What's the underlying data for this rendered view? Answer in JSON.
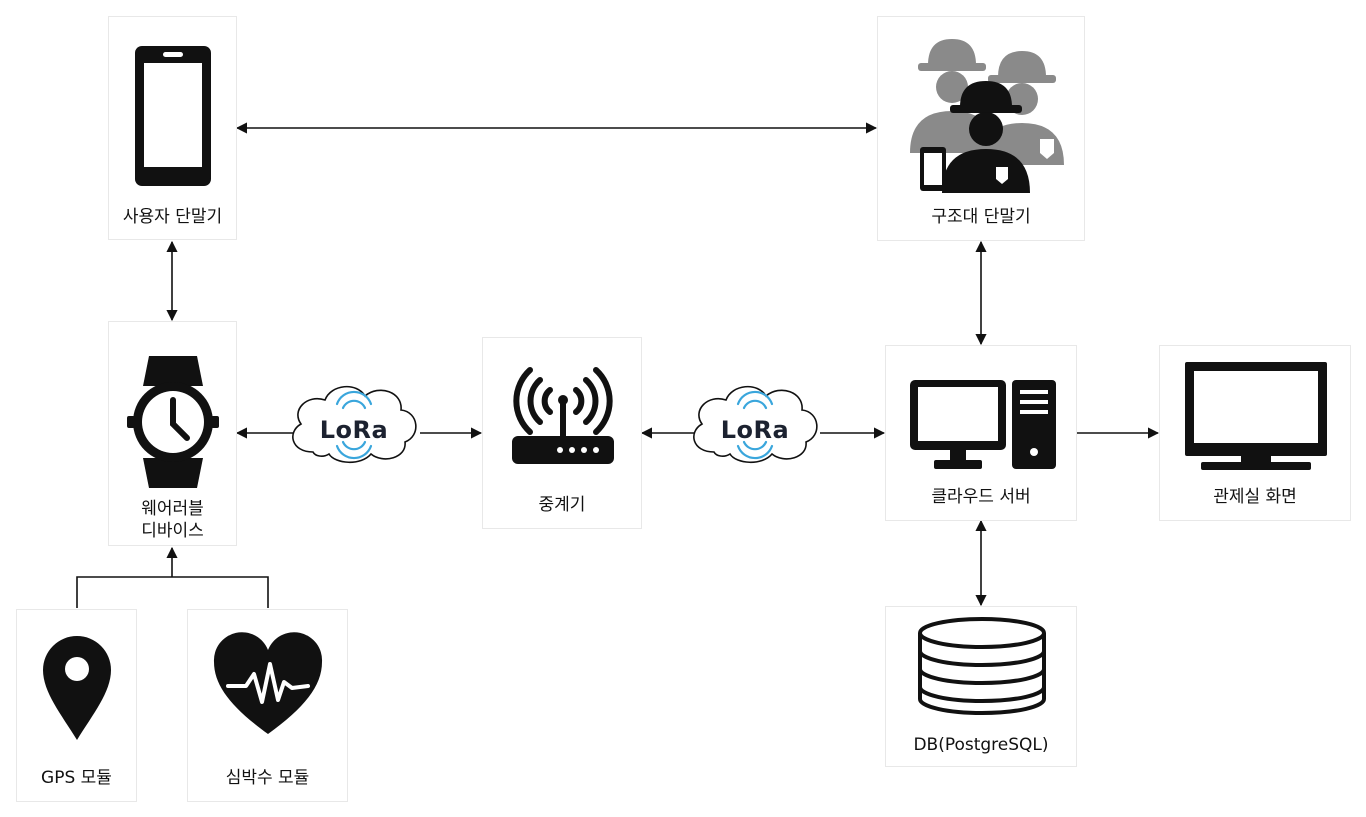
{
  "nodes": {
    "user_terminal": {
      "label": "사용자 단말기",
      "icon": "smartphone-icon"
    },
    "rescue_terminal": {
      "label": "구조대 단말기",
      "icon": "rescue-team-icon"
    },
    "wearable": {
      "label": "웨어러블\n디바이스",
      "icon": "smartwatch-icon"
    },
    "relay": {
      "label": "중계기",
      "icon": "router-icon"
    },
    "cloud_server": {
      "label": "클라우드 서버",
      "icon": "desktop-computer-icon"
    },
    "control_room": {
      "label": "관제실 화면",
      "icon": "monitor-icon"
    },
    "gps": {
      "label": "GPS 모듈",
      "icon": "map-pin-icon"
    },
    "heart_rate": {
      "label": "심박수 모듈",
      "icon": "heartbeat-icon"
    },
    "db": {
      "label": "DB(PostgreSQL)",
      "icon": "database-icon"
    }
  },
  "links": {
    "lora_left": "LoRa",
    "lora_right": "LoRa"
  },
  "colors": {
    "lora_wave": "#3aa6dc",
    "rescue_gray": "#8a8a8a",
    "ink": "#111111"
  }
}
